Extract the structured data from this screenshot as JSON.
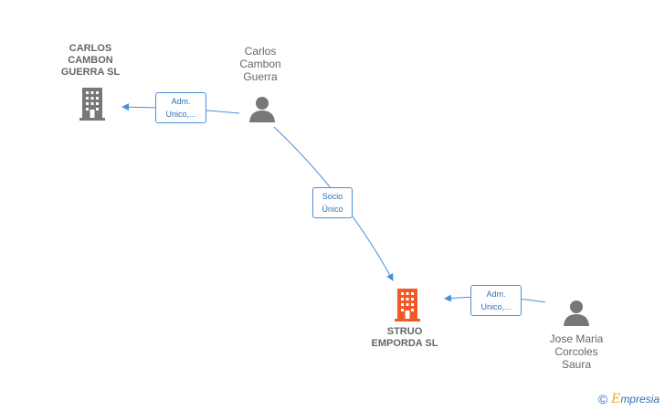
{
  "colors": {
    "edge": "#4a90d9",
    "person_icon": "#777777",
    "company_icon": "#777777",
    "focus_company_icon": "#f05a28",
    "text": "#666666"
  },
  "nodes": {
    "carlos_company": {
      "lines": [
        "CARLOS",
        "CAMBON",
        "GUERRA  SL"
      ],
      "icon": "building-icon"
    },
    "carlos_person": {
      "lines": [
        "Carlos",
        "Cambon",
        "Guerra"
      ],
      "icon": "person-icon"
    },
    "struo": {
      "lines": [
        "STRUO",
        "EMPORDA  SL"
      ],
      "icon": "building-icon"
    },
    "jose": {
      "lines": [
        "Jose Maria",
        "Corcoles",
        "Saura"
      ],
      "icon": "person-icon"
    }
  },
  "edges": {
    "carlos_to_company": {
      "lines": [
        "Adm.",
        "Unico,..."
      ]
    },
    "carlos_to_struo": {
      "lines": [
        "Socio",
        "Único"
      ]
    },
    "jose_to_struo": {
      "lines": [
        "Adm.",
        "Unico,..."
      ]
    }
  },
  "watermark": {
    "symbol": "©",
    "brand_first": "E",
    "brand_rest": "mpresia"
  }
}
